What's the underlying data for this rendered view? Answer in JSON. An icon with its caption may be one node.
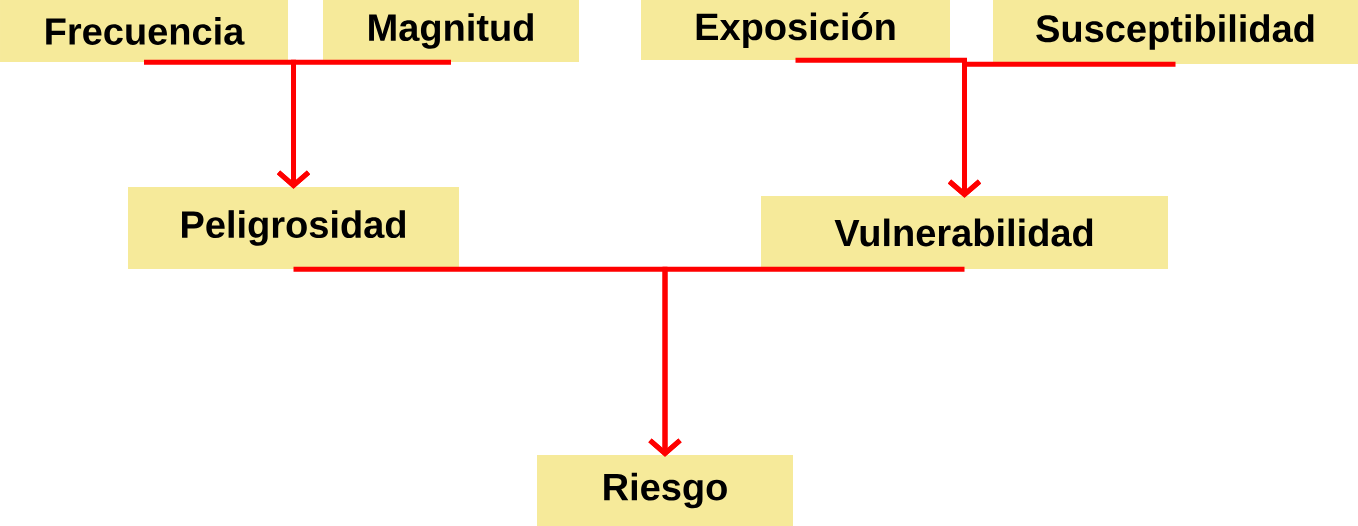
{
  "diagram": {
    "nodes": [
      {
        "text": [
          "Frecuencia"
        ]
      },
      {
        "text": [
          "Magnitud"
        ]
      },
      {
        "text": [
          "Exposición"
        ]
      },
      {
        "text": [
          "Susceptibilidad"
        ]
      },
      {
        "text": [
          "Peligrosidad"
        ]
      },
      {
        "text": [
          "Vulnerabilidad"
        ]
      },
      {
        "text": [
          "Riesgo"
        ]
      }
    ],
    "edges": [
      {
        "from": 0,
        "to": 4,
        "arrow": "to"
      },
      {
        "from": 1,
        "to": 4,
        "arrow": "to"
      },
      {
        "from": 2,
        "to": 5,
        "arrow": "to"
      },
      {
        "from": 3,
        "to": 5,
        "arrow": "to"
      },
      {
        "from": 4,
        "to": 6,
        "arrow": "to"
      },
      {
        "from": 5,
        "to": 6,
        "arrow": "to"
      }
    ]
  }
}
